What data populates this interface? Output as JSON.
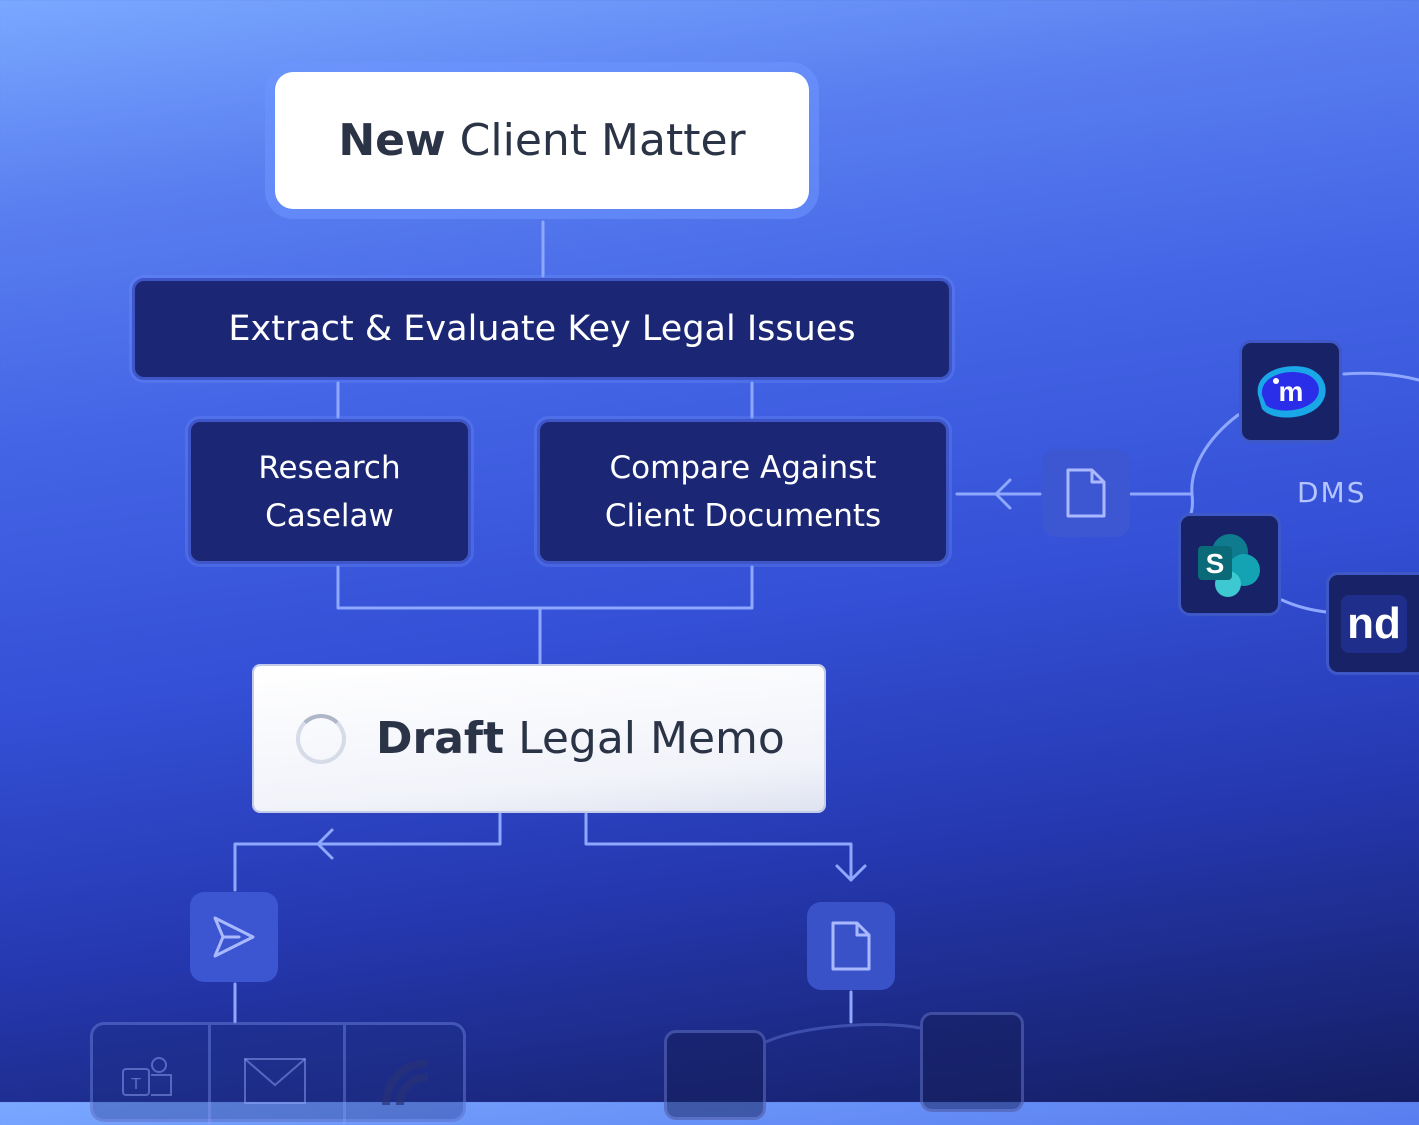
{
  "colors": {
    "background_top": "#7aa8ff",
    "background_bottom": "#141e62",
    "step_box": "#1b2775",
    "connector": "#8fa8ff"
  },
  "nodes": {
    "new_client_matter": {
      "bold": "New",
      "rest": "Client Matter"
    },
    "extract": "Extract & Evaluate Key Legal Issues",
    "research": {
      "line1": "Research",
      "line2": "Caselaw"
    },
    "compare": {
      "line1": "Compare Against",
      "line2": "Client Documents"
    },
    "draft_memo": {
      "bold": "Draft",
      "rest": "Legal Memo",
      "status": "loading"
    }
  },
  "integrations": {
    "dms_label": "DMS",
    "apps": [
      {
        "name": "iManage",
        "icon": "imanage-icon"
      },
      {
        "name": "SharePoint",
        "icon": "sharepoint-icon",
        "letter": "S"
      },
      {
        "name": "NetDocuments",
        "icon": "netdocuments-icon",
        "text": "nd"
      }
    ]
  },
  "outputs": [
    {
      "icon": "send-icon"
    },
    {
      "icon": "document-icon"
    }
  ]
}
